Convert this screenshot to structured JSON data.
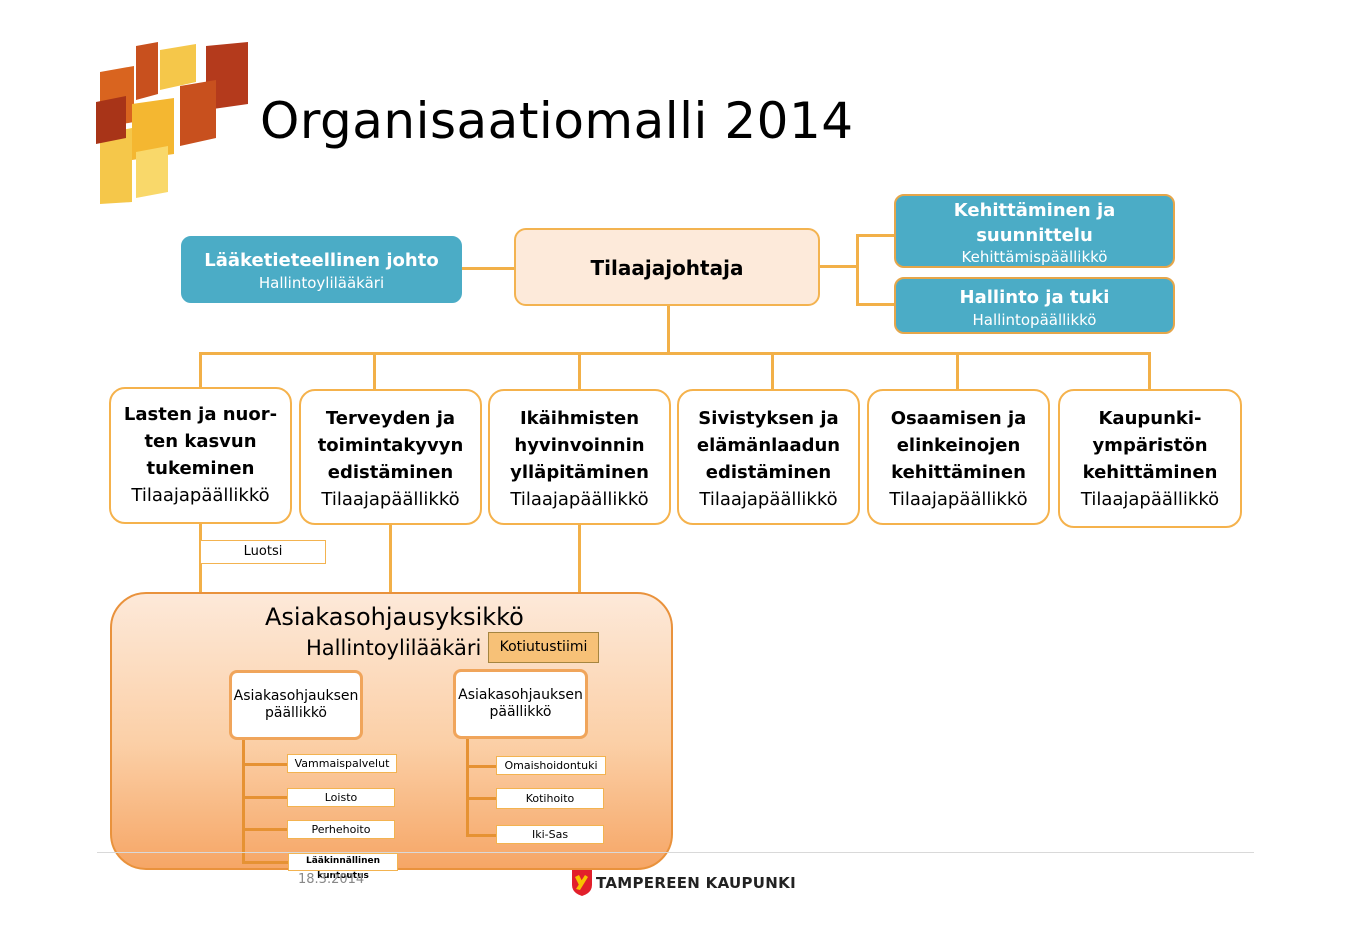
{
  "title": "Organisaatiomalli 2014",
  "top": {
    "left_box": {
      "name": "Lääketieteellinen johto",
      "role": "Hallintoylilääkäri"
    },
    "center": "Tilaajajohtaja",
    "right_boxes": [
      {
        "name_line1": "Kehittäminen ja",
        "name_line2": "suunnittelu",
        "role": "Kehittämispäällikkö"
      },
      {
        "name": "Hallinto ja tuki",
        "role": "Hallintopäällikkö"
      }
    ]
  },
  "units": [
    {
      "lines": [
        "Lasten ja nuor-",
        "ten kasvun",
        "tukeminen"
      ],
      "role": "Tilaajapäällikkö"
    },
    {
      "lines": [
        "Terveyden ja",
        "toimintakyvyn",
        "edistäminen"
      ],
      "role": "Tilaajapäällikkö"
    },
    {
      "lines": [
        "Ikäihmisten",
        "hyvinvoinnin",
        "ylläpitäminen"
      ],
      "role": "Tilaajapäällikkö"
    },
    {
      "lines": [
        "Sivistyksen ja",
        "elämänlaadun",
        "edistäminen"
      ],
      "role": "Tilaajapäällikkö"
    },
    {
      "lines": [
        "Osaamisen ja",
        "elinkeinojen",
        "kehittäminen"
      ],
      "role": "Tilaajapäällikkö"
    },
    {
      "lines": [
        "Kaupunki-",
        "ympäristön",
        "kehittäminen"
      ],
      "role": "Tilaajapäällikkö"
    }
  ],
  "luotsi": "Luotsi",
  "client_unit": {
    "title": "Asiakasohjausyksikkö",
    "role": "Hallintoylilääkäri",
    "kotiutustiimi": "Kotiutustiimi",
    "managers": [
      {
        "line1": "Asiakasohjauksen",
        "line2": "päällikkö",
        "subs": [
          "Vammaispalvelut",
          "Loisto",
          "Perhehoito",
          "Lääkinnällinen kuntoutus"
        ]
      },
      {
        "line1": "Asiakasohjauksen",
        "line2": "päällikkö",
        "subs": [
          "Omaishoidontuki",
          "Kotihoito",
          "Iki-Sas"
        ]
      }
    ]
  },
  "footer": {
    "date": "18.3.2014",
    "org": "TAMPEREEN KAUPUNKI"
  },
  "colors": {
    "accent": "#4bacc6",
    "border": "#f3b350",
    "boss_fill": "#fdeada"
  }
}
